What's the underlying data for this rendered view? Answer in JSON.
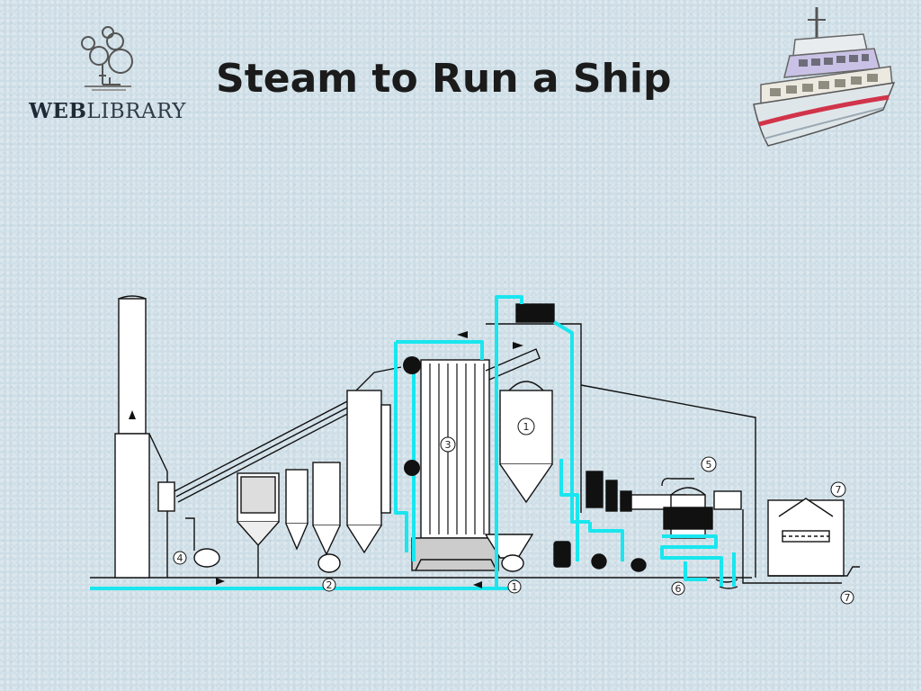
{
  "slide": {
    "title": "Steam to Run a Ship"
  },
  "logo": {
    "text_bold": "WEB",
    "text_regular": "LIBRARY"
  },
  "diagram": {
    "labels": [
      "1",
      "2",
      "3",
      "4",
      "5",
      "6",
      "7"
    ],
    "colors": {
      "water_pipe": "#19e6ee",
      "line": "#111111",
      "vessel_fill": "#ffffff"
    }
  }
}
